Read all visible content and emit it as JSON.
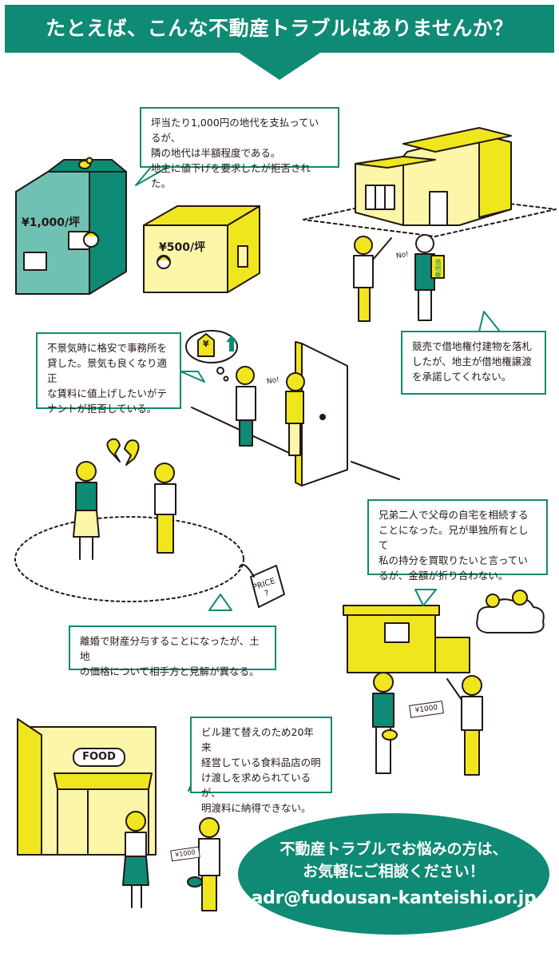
{
  "header": {
    "title": "たとえば、こんな不動産トラブルはありませんか？"
  },
  "scenes": {
    "land_rent": {
      "bubble": "坪当たり1,000円の地代を支払っているが、\n隣の地代は半額程度である。\n地主に値下げを要求したが拒否された。",
      "price_left": "¥1,000/坪",
      "price_right": "¥500/坪"
    },
    "auction": {
      "bubble": "競売で借地権付建物を落札\nしたが、地主が借地権譲渡\nを承諾してくれない。",
      "no_text": "No!",
      "sign_text": "借地権"
    },
    "office_rent": {
      "bubble": "不景気時に格安で事務所を\n貸した。景気も良くなり適正\nな賃料に値上げしたいがテ\nナントが拒否している。",
      "yen_icon_text": "¥",
      "no_text": "No!"
    },
    "divorce": {
      "bubble": "離婚で財産分与することになったが、土地\nの価格について相手方と見解が異なる。",
      "price_tag_line1": "PRICE",
      "price_tag_line2": "?"
    },
    "inheritance": {
      "bubble": "兄弟二人で父母の自宅を相続する\nことになった。兄が単独所有として\n私の持分を買取りたいと言ってい\nるが、金額が折り合わない。",
      "money_text": "¥1000"
    },
    "food_store": {
      "bubble": "ビル建て替えのため20年来\n経営している食料品店の明\nけ渡しを求められているが、\n明渡料に納得できない。",
      "sign_text": "FOOD",
      "money_text": "¥1000"
    }
  },
  "cta": {
    "line1": "不動産トラブルでお悩みの方は、",
    "line2": "お気軽にご相談ください！",
    "email": "adr@fudousan-kanteishi.or.jp"
  },
  "colors": {
    "teal": "#0f8a74",
    "teal_light": "#6fc1b4",
    "yellow": "#f0e61e",
    "yellow_light": "#fbf6a8"
  }
}
